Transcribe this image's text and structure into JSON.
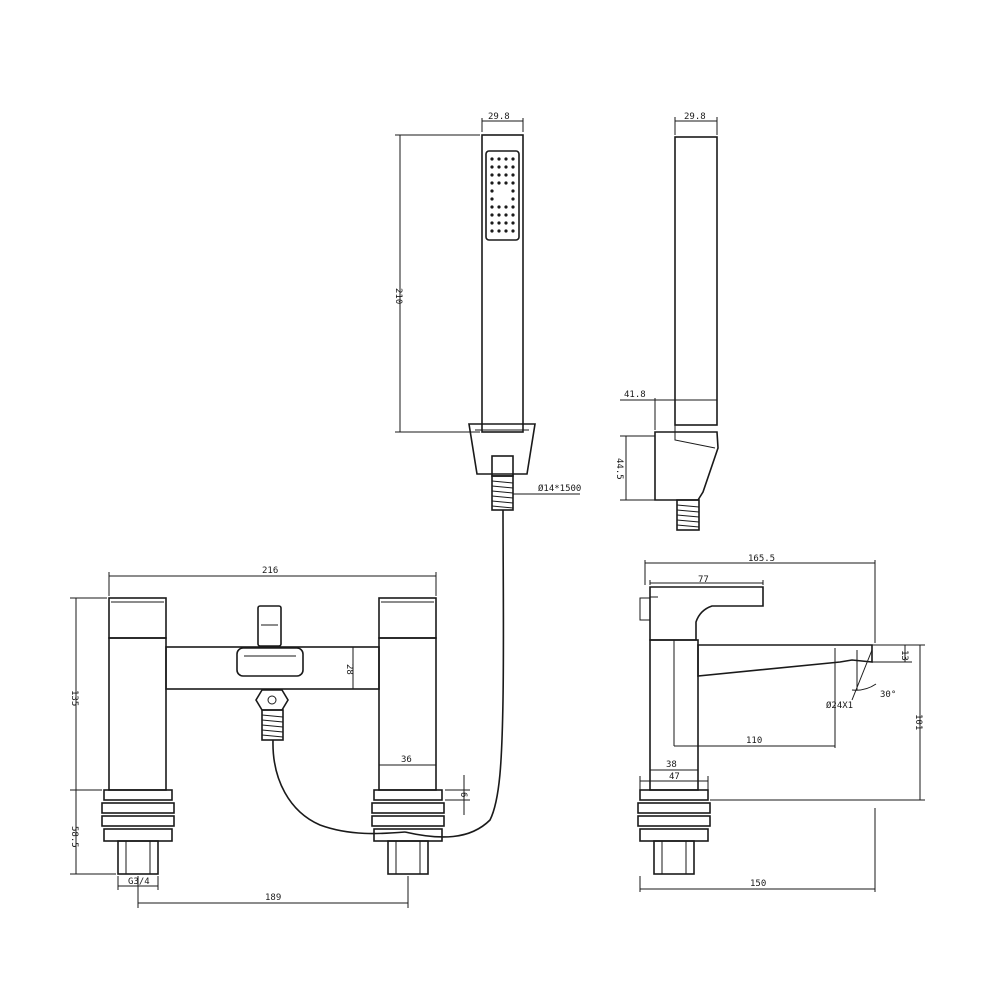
{
  "dimensions": {
    "shower_head_width": "29.8",
    "shower_head_height": "210",
    "hose_spec": "Ø14*1500",
    "side_head_width": "29.8",
    "holder_depth": "41.8",
    "holder_height": "44.5",
    "overall_width": "216",
    "overall_height": "135",
    "body_height": "28",
    "leg_width": "36",
    "gap": "6",
    "tail_length": "58.5",
    "thread": "G3/4",
    "centres": "189",
    "side_depth": "165.5",
    "lever_length": "77",
    "spout_tip": "13",
    "spout_reach": "110",
    "spout_height": "101",
    "spout_outlet": "Ø24X1",
    "spout_angle": "30°",
    "side_leg_inner": "38",
    "side_leg_outer": "47",
    "side_base": "150"
  }
}
